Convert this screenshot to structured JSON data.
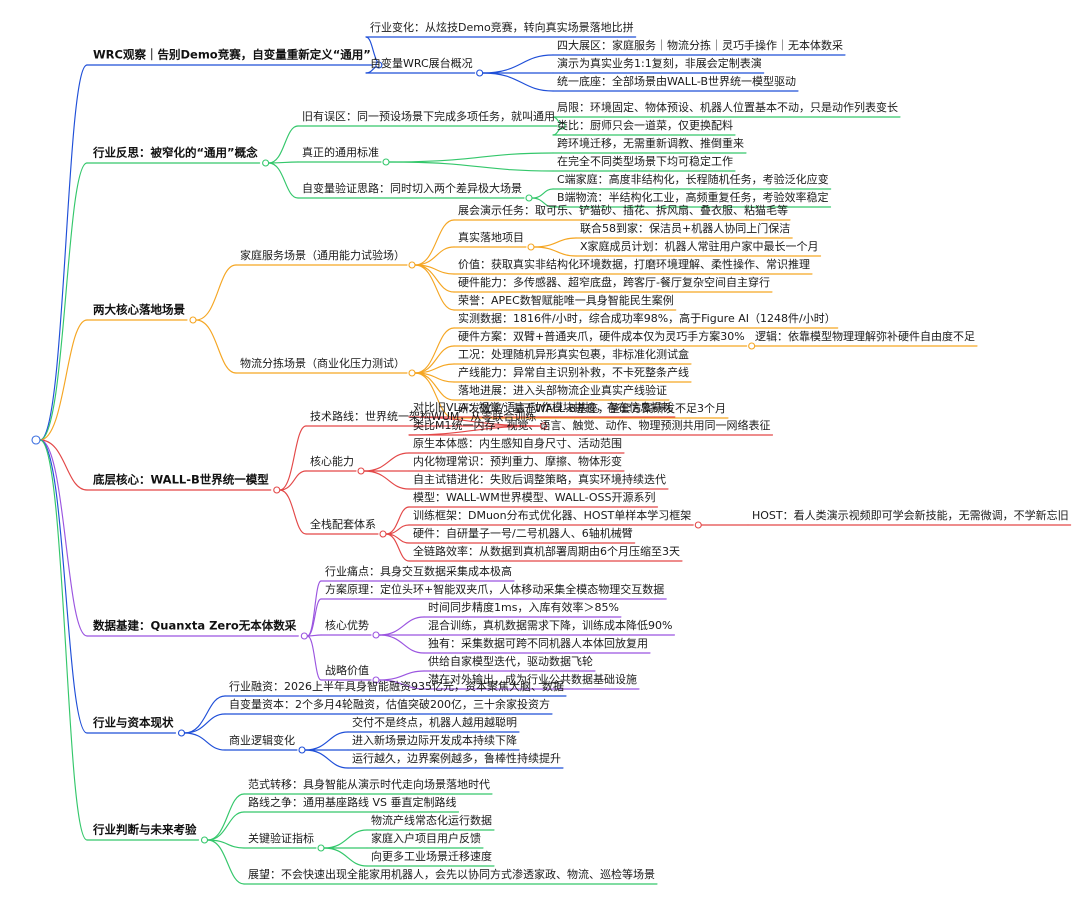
{
  "colors": {
    "blue": "#1f4fd8",
    "green": "#34c76b",
    "orange": "#f5a623",
    "red": "#e34848",
    "purple": "#9b55e0",
    "root": "#3b6fe0"
  },
  "sections": [
    {
      "label": "WRC观察｜告别Demo竞赛，自变量重新定义“通用”",
      "color": "blue",
      "children": [
        {
          "label": "行业变化：从炫技Demo竞赛，转向真实场景落地比拼"
        },
        {
          "label": "自变量WRC展台概况",
          "children": [
            {
              "label": "四大展区：家庭服务｜物流分拣｜灵巧手操作｜无本体数采"
            },
            {
              "label": "演示为真实业务1:1复刻，非展会定制表演"
            },
            {
              "label": "统一底座：全部场景由WALL-B世界统一模型驱动"
            }
          ]
        }
      ]
    },
    {
      "label": "行业反思：被窄化的“通用”概念",
      "color": "green",
      "children": [
        {
          "label": "旧有误区：同一预设场景下完成多项任务，就叫通用",
          "children": [
            {
              "label": "局限：环境固定、物体预设、机器人位置基本不动，只是动作列表变长"
            },
            {
              "label": "类比：厨师只会一道菜，仅更换配料"
            }
          ]
        },
        {
          "label": "真正的通用标准",
          "children": [
            {
              "label": "跨环境迁移，无需重新调教、推倒重来"
            },
            {
              "label": "在完全不同类型场景下均可稳定工作"
            }
          ]
        },
        {
          "label": "自变量验证思路：同时切入两个差异极大场景",
          "children": [
            {
              "label": "C端家庭：高度非结构化，长程随机任务，考验泛化应变"
            },
            {
              "label": "B端物流：半结构化工业，高频重复任务，考验效率稳定"
            }
          ]
        }
      ]
    },
    {
      "label": "两大核心落地场景",
      "color": "orange",
      "children": [
        {
          "label": "家庭服务场景（通用能力试验场）",
          "children": [
            {
              "label": "展会演示任务：取可乐、铲猫砂、插花、拆风扇、叠衣服、粘猫毛等"
            },
            {
              "label": "真实落地项目",
              "children": [
                {
                  "label": "联合58到家：保洁员+机器人协同上门保洁"
                },
                {
                  "label": "X家庭成员计划：机器人常驻用户家中最长一个月"
                }
              ]
            },
            {
              "label": "价值：获取真实非结构化环境数据，打磨环境理解、柔性操作、常识推理"
            },
            {
              "label": "硬件能力：多传感器、超窄底盘，跨客厅-餐厅复杂空间自主穿行"
            },
            {
              "label": "荣誉：APEC数智赋能唯一具身智能民生案例"
            }
          ]
        },
        {
          "label": "物流分拣场景（商业化压力测试）",
          "children": [
            {
              "label": "实测数据：1816件/小时，综合成功率98%，高于Figure AI（1248件/小时）"
            },
            {
              "label": "硬件方案：双臂+普通夹爪，硬件成本仅为灵巧手方案30%",
              "children": [
                {
                  "label": "逻辑：依靠模型物理理解弥补硬件自由度不足"
                }
              ]
            },
            {
              "label": "工况：处理随机异形真实包裹，非标准化测试盒"
            },
            {
              "label": "产线能力：异常自主识别补救，不卡死整条产线"
            },
            {
              "label": "落地进展：进入头部物流企业真实产线验证"
            },
            {
              "label": "研发效率：基于WALL-B基座，整套方案研发不足3个月"
            }
          ]
        }
      ]
    },
    {
      "label": "底层核心：WALL-B世界统一模型",
      "color": "red",
      "children": [
        {
          "label": "技术路线：世界统一架构WUM，从零联合训练",
          "children": [
            {
              "label": "对比旧VLA：视觉/语言/动作模块拼接，存在信息损耗"
            },
            {
              "label": "类比M1统一内存：视觉、语言、触觉、动作、物理预测共用同一网络表征"
            }
          ]
        },
        {
          "label": "核心能力",
          "children": [
            {
              "label": "原生本体感：内生感知自身尺寸、活动范围"
            },
            {
              "label": "内化物理常识：预判重力、摩擦、物体形变"
            },
            {
              "label": "自主试错进化：失败后调整策略，真实环境持续迭代"
            }
          ]
        },
        {
          "label": "全栈配套体系",
          "children": [
            {
              "label": "模型：WALL-WM世界模型、WALL-OSS开源系列"
            },
            {
              "label": "训练框架：DMuon分布式优化器、HOST单样本学习框架",
              "children": [
                {
                  "label": "HOST：看人类演示视频即可学会新技能，无需微调，不学新忘旧"
                }
              ]
            },
            {
              "label": "硬件：自研量子一号/二号机器人、6轴机械臂"
            },
            {
              "label": "全链路效率：从数据到真机部署周期由6个月压缩至3天"
            }
          ]
        }
      ]
    },
    {
      "label": "数据基建：Quanxta Zero无本体数采",
      "color": "purple",
      "children": [
        {
          "label": "行业痛点：具身交互数据采集成本极高"
        },
        {
          "label": "方案原理：定位头环+智能双夹爪，人体移动采集全模态物理交互数据"
        },
        {
          "label": "核心优势",
          "children": [
            {
              "label": "时间同步精度1ms，入库有效率＞85%"
            },
            {
              "label": "混合训练，真机数据需求下降，训练成本降低90%"
            },
            {
              "label": "独有：采集数据可跨不同机器人本体回放复用"
            }
          ]
        },
        {
          "label": "战略价值",
          "children": [
            {
              "label": "供给自家模型迭代，驱动数据飞轮"
            },
            {
              "label": "潜在对外输出，成为行业公共数据基础设施"
            }
          ]
        }
      ]
    },
    {
      "label": "行业与资本现状",
      "color": "blue",
      "children": [
        {
          "label": "行业融资：2026上半年具身智能融资935亿元，资本聚焦大脑、数据"
        },
        {
          "label": "自变量资本：2个多月4轮融资，估值突破200亿，三十余家投资方"
        },
        {
          "label": "商业逻辑变化",
          "children": [
            {
              "label": "交付不是终点，机器人越用越聪明"
            },
            {
              "label": "进入新场景边际开发成本持续下降"
            },
            {
              "label": "运行越久，边界案例越多，鲁棒性持续提升"
            }
          ]
        }
      ]
    },
    {
      "label": "行业判断与未来考验",
      "color": "green",
      "children": [
        {
          "label": "范式转移：具身智能从演示时代走向场景落地时代"
        },
        {
          "label": "路线之争：通用基座路线 VS 垂直定制路线"
        },
        {
          "label": "关键验证指标",
          "children": [
            {
              "label": "物流产线常态化运行数据"
            },
            {
              "label": "家庭入户项目用户反馈"
            },
            {
              "label": "向更多工业场景迁移速度"
            }
          ]
        },
        {
          "label": "展望：不会快速出现全能家用机器人，会先以协同方式渗透家政、物流、巡检等场景"
        }
      ]
    }
  ]
}
